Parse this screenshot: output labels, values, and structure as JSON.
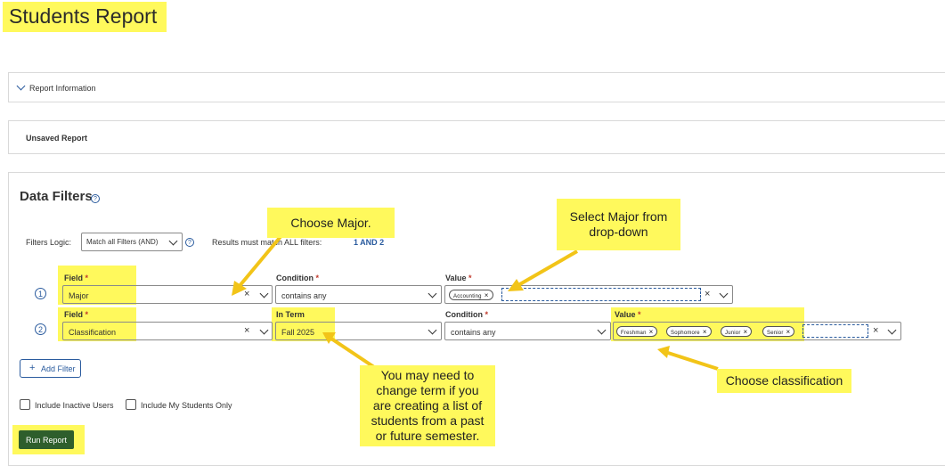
{
  "title": "Students Report",
  "report_information": {
    "label": "Report Information"
  },
  "report_name": {
    "label": "Unsaved Report"
  },
  "data_filters": {
    "heading": "Data Filters",
    "logic_label": "Filters Logic:",
    "logic_value": "Match all Filters (AND)",
    "results_text": "Results must match ALL filters:",
    "results_value": "1 AND 2"
  },
  "filter1": {
    "number": "1",
    "field_label": "Field",
    "field_value": "Major",
    "condition_label": "Condition",
    "condition_value": "contains any",
    "value_label": "Value",
    "tags": [
      "Accounting"
    ]
  },
  "filter2": {
    "number": "2",
    "field_label": "Field",
    "field_value": "Classification",
    "term_label": "In Term",
    "term_value": "Fall 2025",
    "condition_label": "Condition",
    "condition_value": "contains any",
    "value_label": "Value",
    "tags": [
      "Freshman",
      "Sophomore",
      "Junior",
      "Senior"
    ]
  },
  "add_filter_label": "Add Filter",
  "include_inactive_label": "Include Inactive Users",
  "include_my_students_label": "Include My Students Only",
  "run_report_label": "Run Report",
  "required_mark": "*",
  "clear_mark": "×",
  "callouts": {
    "choose_major": "Choose Major.",
    "select_major": "Select Major from drop-down",
    "change_term": "You may need to change term if you are creating a list of students from a past or future semester.",
    "choose_classification": "Choose classification"
  },
  "colors": {
    "highlight": "#fff95c",
    "link": "#2a5b9e",
    "run_button": "#2e5e2c",
    "arrow": "#f2c418"
  },
  "icons": [
    "chevron-down-icon",
    "help-icon",
    "close-icon",
    "plus-icon"
  ]
}
